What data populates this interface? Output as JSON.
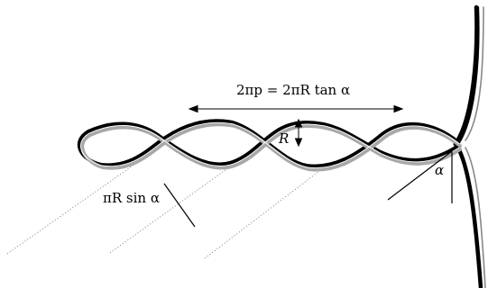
{
  "diagram": {
    "pitch_label": "2πp = 2πR tan α",
    "radius_label": "R",
    "segment_label": "πR sin α",
    "angle_label": "α"
  }
}
